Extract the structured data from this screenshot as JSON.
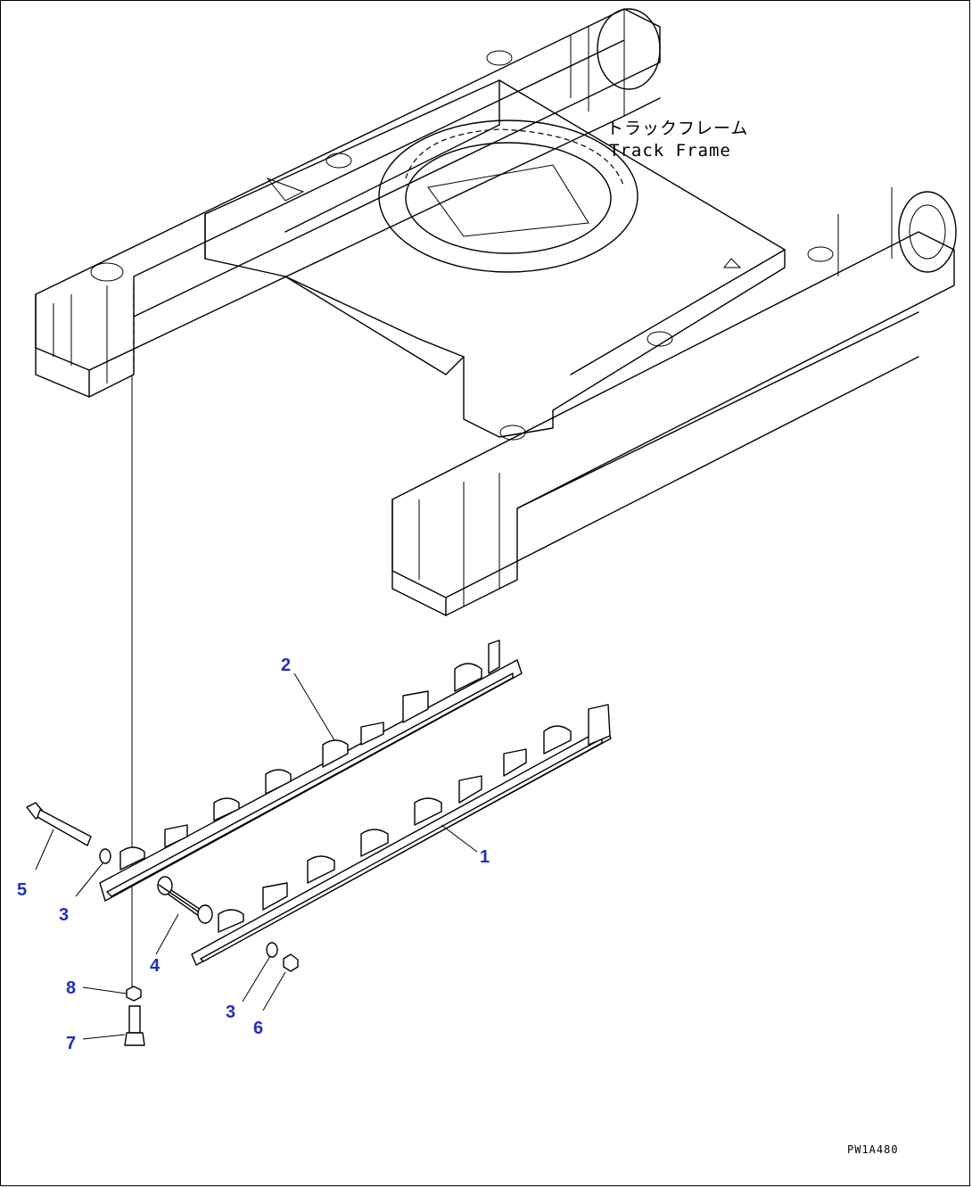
{
  "diagram": {
    "label_japanese": "トラックフレーム",
    "label_english": "Track Frame",
    "figure_code": "PW1A480",
    "callouts": [
      "1",
      "2",
      "3",
      "4",
      "5",
      "6",
      "7",
      "8"
    ]
  },
  "colors": {
    "callout": "#1f2fbf",
    "line": "#000000",
    "background": "#ffffff"
  }
}
